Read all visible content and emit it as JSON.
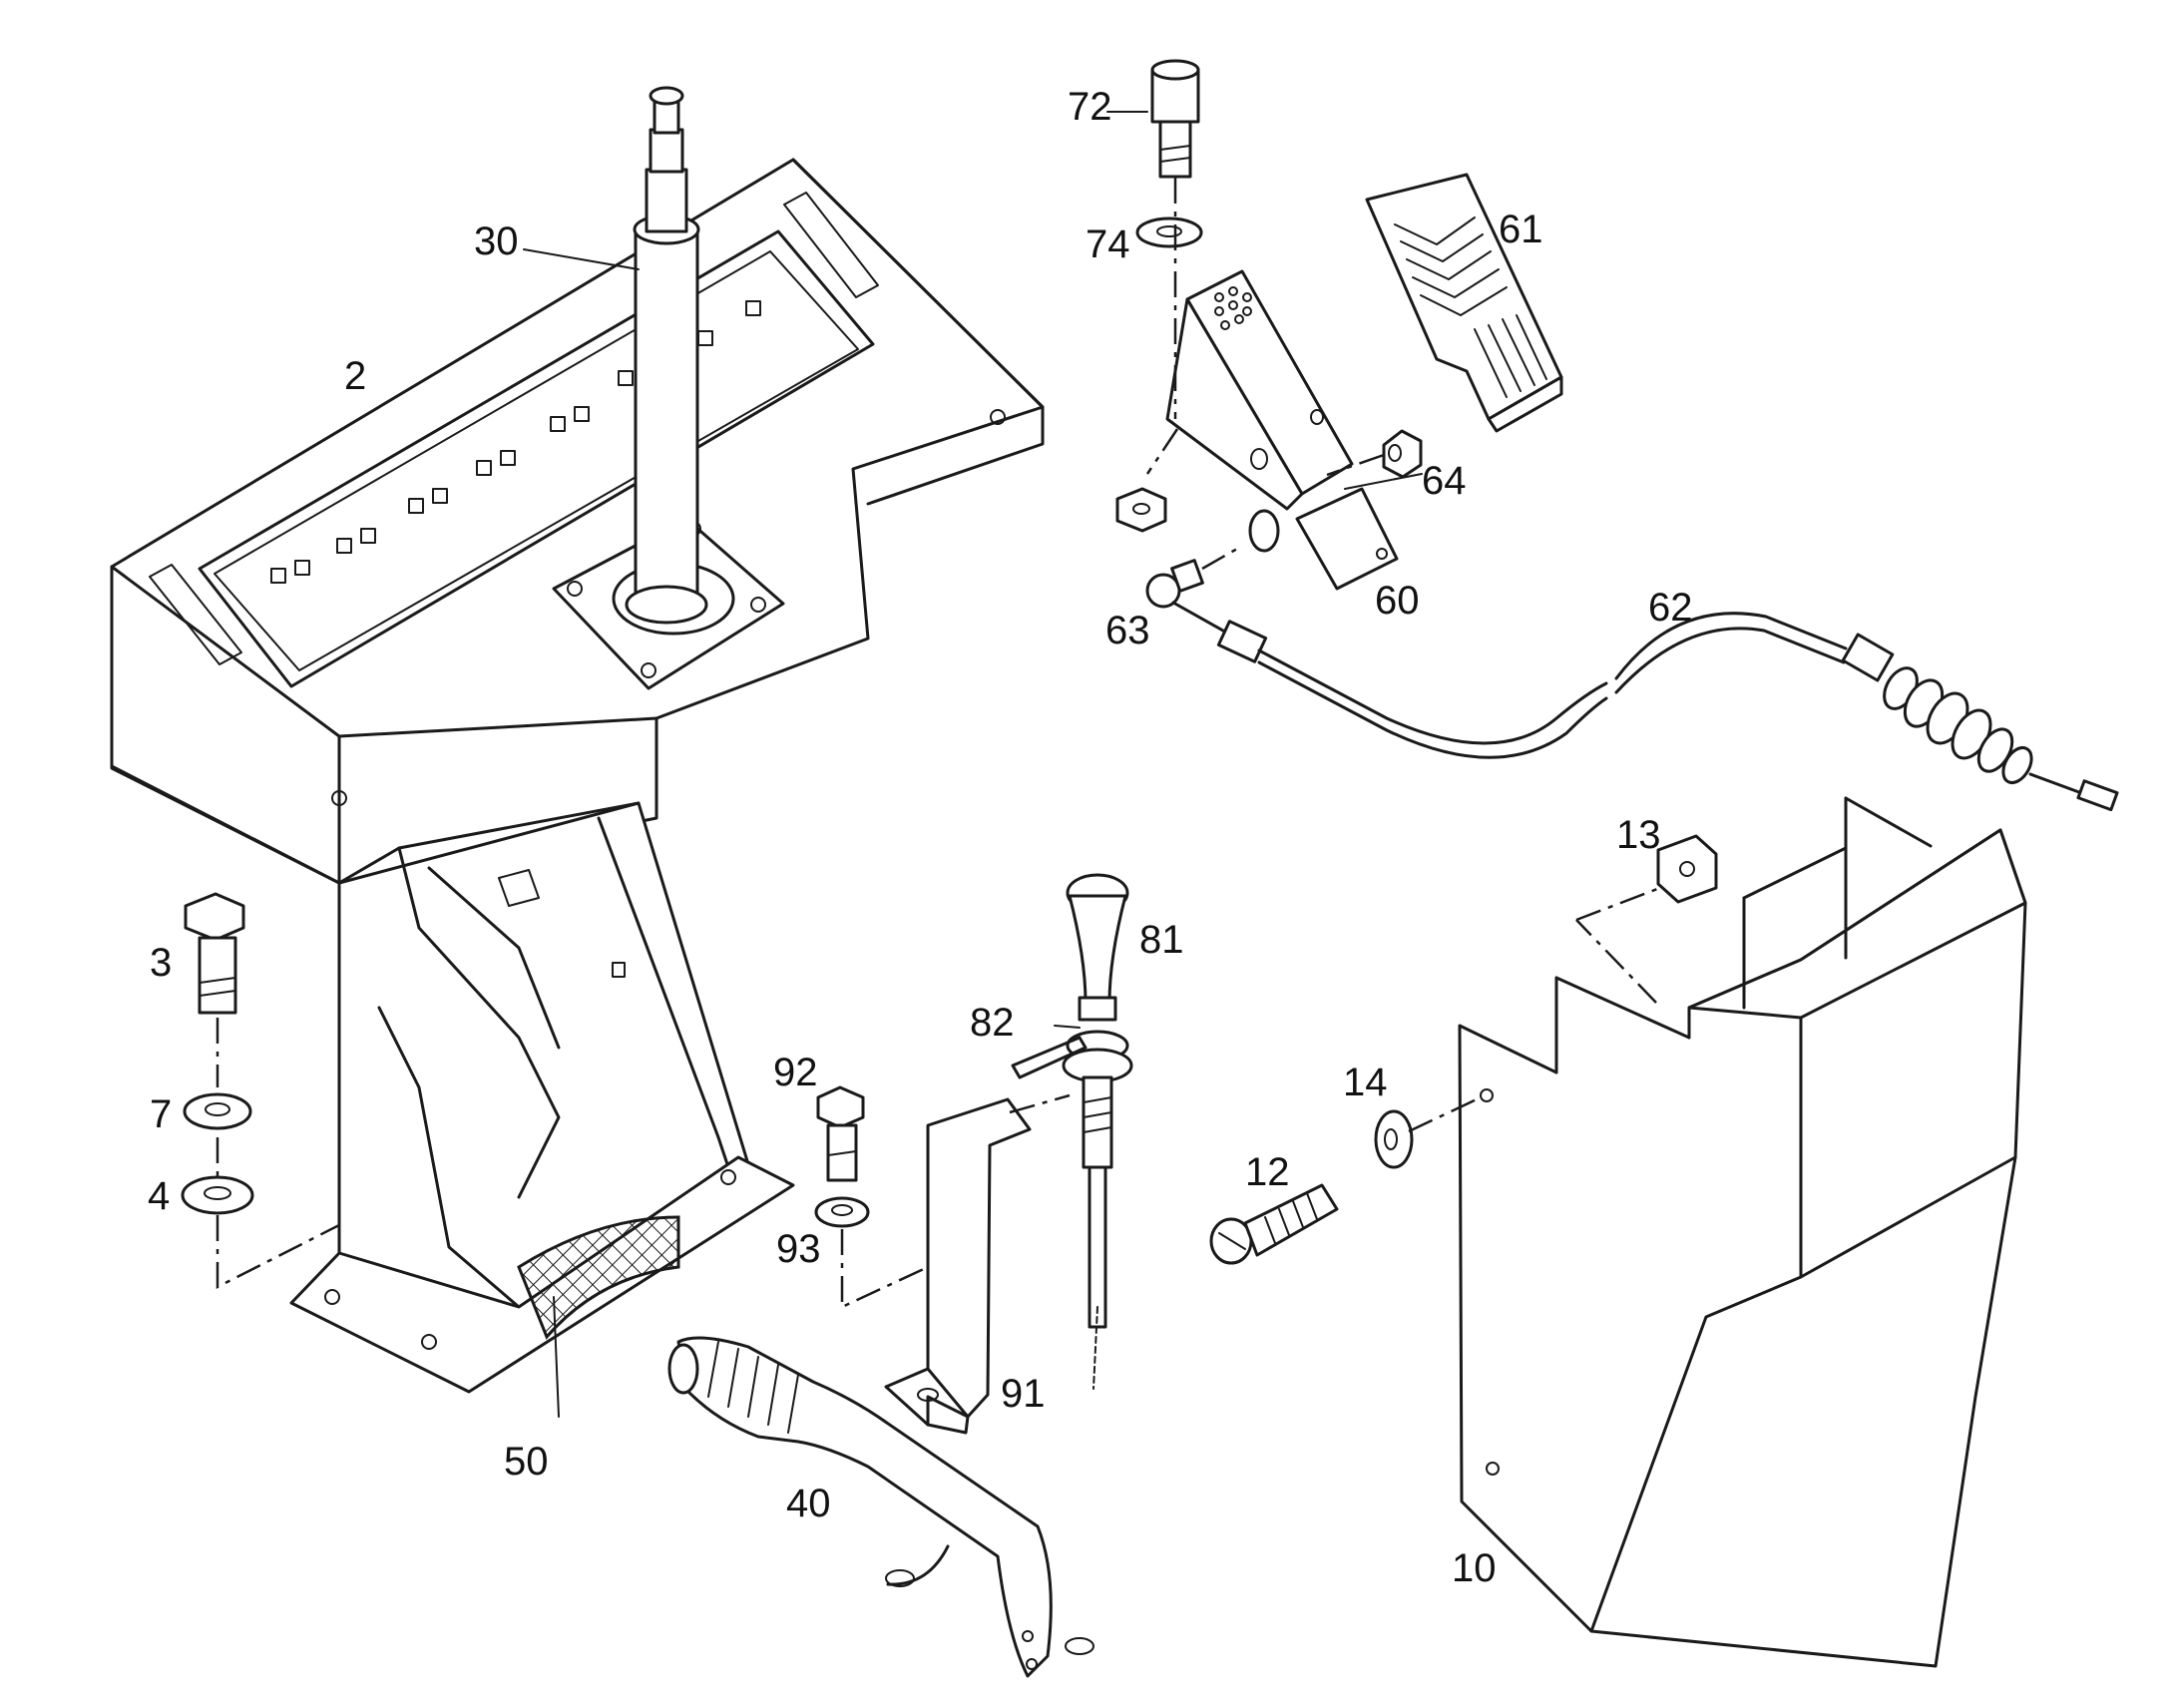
{
  "labels": {
    "l2": "2",
    "l3": "3",
    "l4": "4",
    "l7": "7",
    "l10": "10",
    "l12": "12",
    "l13": "13",
    "l14": "14",
    "l30": "30",
    "l40": "40",
    "l50": "50",
    "l60": "60",
    "l61": "61",
    "l62": "62",
    "l63": "63",
    "l64": "64",
    "l72": "72",
    "l74": "74",
    "l81": "81",
    "l82": "82",
    "l91": "91",
    "l92": "92",
    "l93": "93"
  },
  "colors": {
    "line": "#1a1a1a",
    "background": "#ffffff"
  }
}
